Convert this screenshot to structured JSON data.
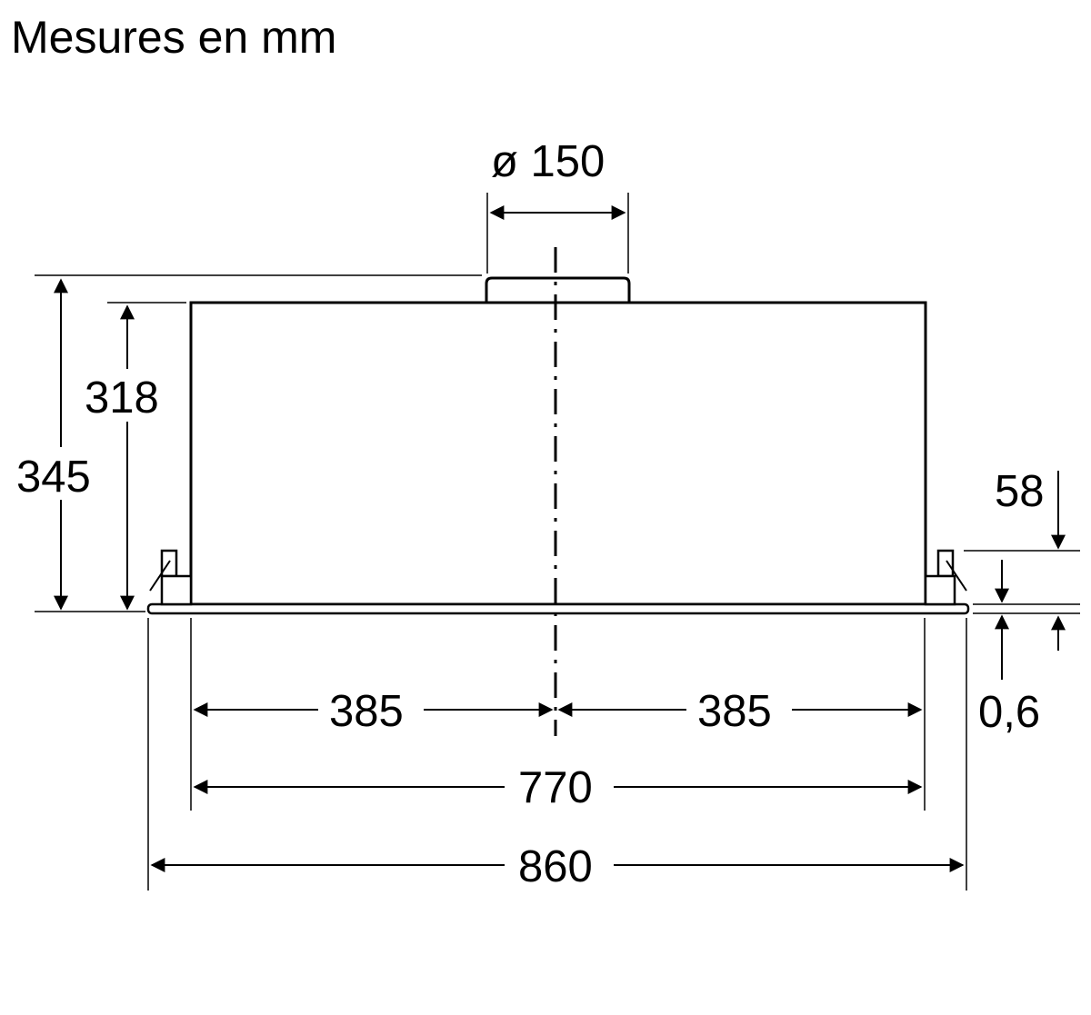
{
  "title": "Mesures en mm",
  "dimensions": {
    "duct_diameter": "ø 150",
    "total_height": "345",
    "body_height": "318",
    "clip_offset": "58",
    "bottom_plate": "0,6",
    "half_width_left": "385",
    "half_width_right": "385",
    "body_width": "770",
    "overall_width": "860"
  },
  "colors": {
    "lines": "#000000",
    "background": "#ffffff"
  }
}
